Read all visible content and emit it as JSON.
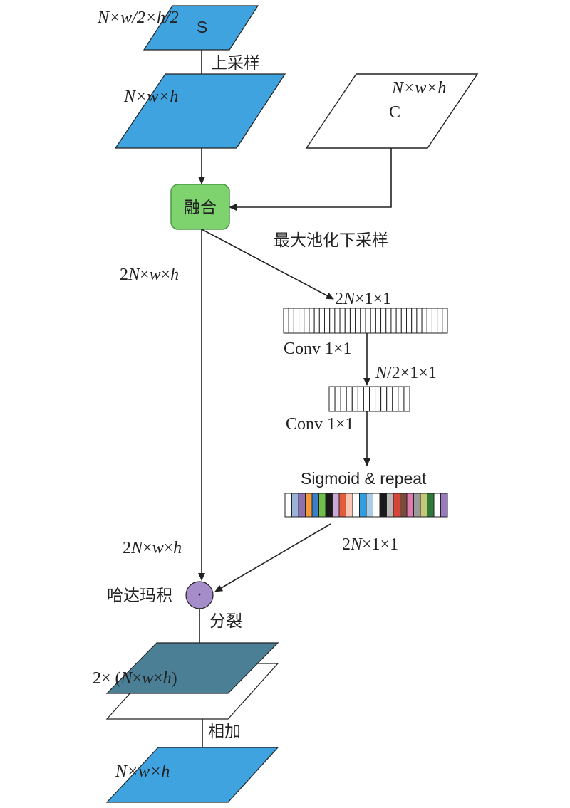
{
  "colors": {
    "feature_map": "#3fa3df",
    "feature_map_dark": "#4a7f96",
    "fusion_box": "#7ed36f",
    "fusion_box_border": "#4f9a47",
    "hadamard": "#a48dc9",
    "stroke": "#222222"
  },
  "nodes": {
    "s_map": {
      "dims": "N×w/2×h/2",
      "name": "S"
    },
    "upsampled_map": {
      "dims": "N×w×h"
    },
    "c_map": {
      "dims": "N×w×h",
      "name": "C"
    },
    "fusion": {
      "label": "融合"
    },
    "pooled_vector": {
      "dims": "2N×1×1"
    },
    "reduced_vector": {
      "dims": "N/2×1×1"
    },
    "sigmoid_vector": {
      "title": "Sigmoid & repeat",
      "dims": "2N×1×1"
    },
    "hadamard": {
      "label": "哈达玛积",
      "symbol": "·"
    },
    "split_maps": {
      "dims": "2× (N×w×h)"
    },
    "output_map": {
      "dims": "N×w×h"
    }
  },
  "edges": {
    "upsample": "上采样",
    "fusion_dims": "2N×w×h",
    "maxpool": "最大池化下采样",
    "conv1": "Conv 1×1",
    "conv2": "Conv 1×1",
    "hadamard_in_dims": "2N×w×h",
    "split": "分裂",
    "add": "相加"
  },
  "stripe_colors": [
    "#ffffff",
    "#9bb3d9",
    "#8f6fb0",
    "#f29a3a",
    "#3c7ec8",
    "#6dbf4a",
    "#1a1a1a",
    "#c9a7d6",
    "#e25c3c",
    "#f7c6b5",
    "#ffffff",
    "#2f9ee0",
    "#a9cce8",
    "#ffffff",
    "#1a1a1a",
    "#b7b7b7",
    "#d4473a",
    "#7a4a3a",
    "#e07bb0",
    "#9a9a9a",
    "#c7c77a",
    "#2f7a3a",
    "#ffffff",
    "#9b7bc0"
  ]
}
